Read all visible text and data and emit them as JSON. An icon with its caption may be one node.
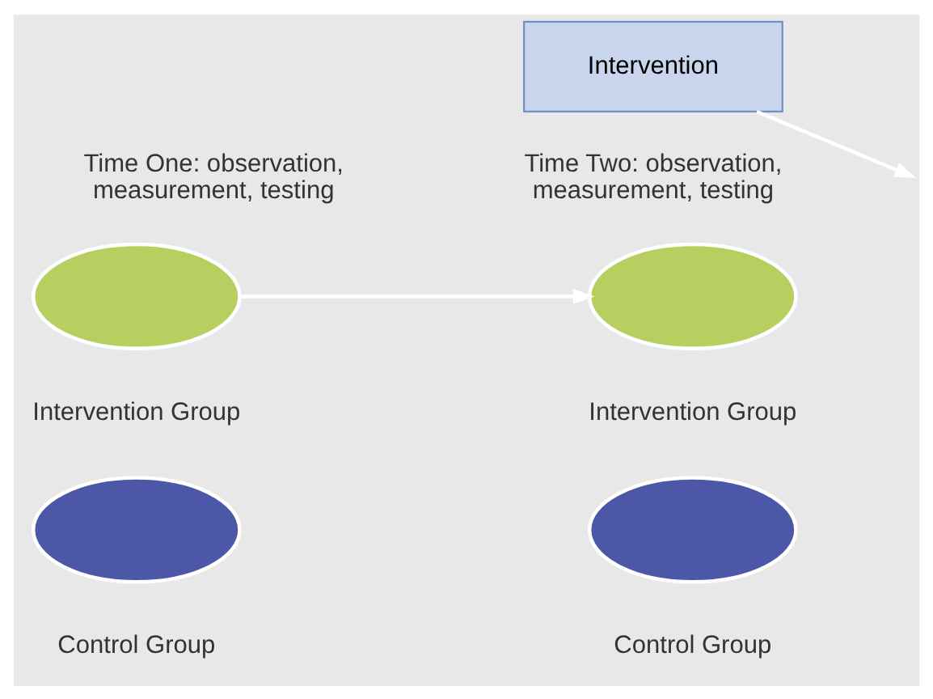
{
  "diagram": {
    "nodes": [
      {
        "text": [
          "Intervention"
        ]
      },
      {
        "text": [],
        "shape": "ellipse",
        "beside": [
          "Time One: observation, measurement, testing",
          "Intervention Group"
        ]
      },
      {
        "text": [],
        "shape": "ellipse",
        "beside": [
          "Time Two: observation, measurement, testing",
          "Intervention Group"
        ]
      },
      {
        "text": [],
        "shape": "ellipse",
        "beside": [
          "Control Group"
        ]
      },
      {
        "text": [],
        "shape": "ellipse",
        "beside": [
          "Control Group"
        ]
      }
    ],
    "edges": [
      {
        "from": 1,
        "to": 2,
        "arrow": "to"
      },
      {
        "from": 0,
        "to": null,
        "arrow": "to"
      }
    ]
  }
}
